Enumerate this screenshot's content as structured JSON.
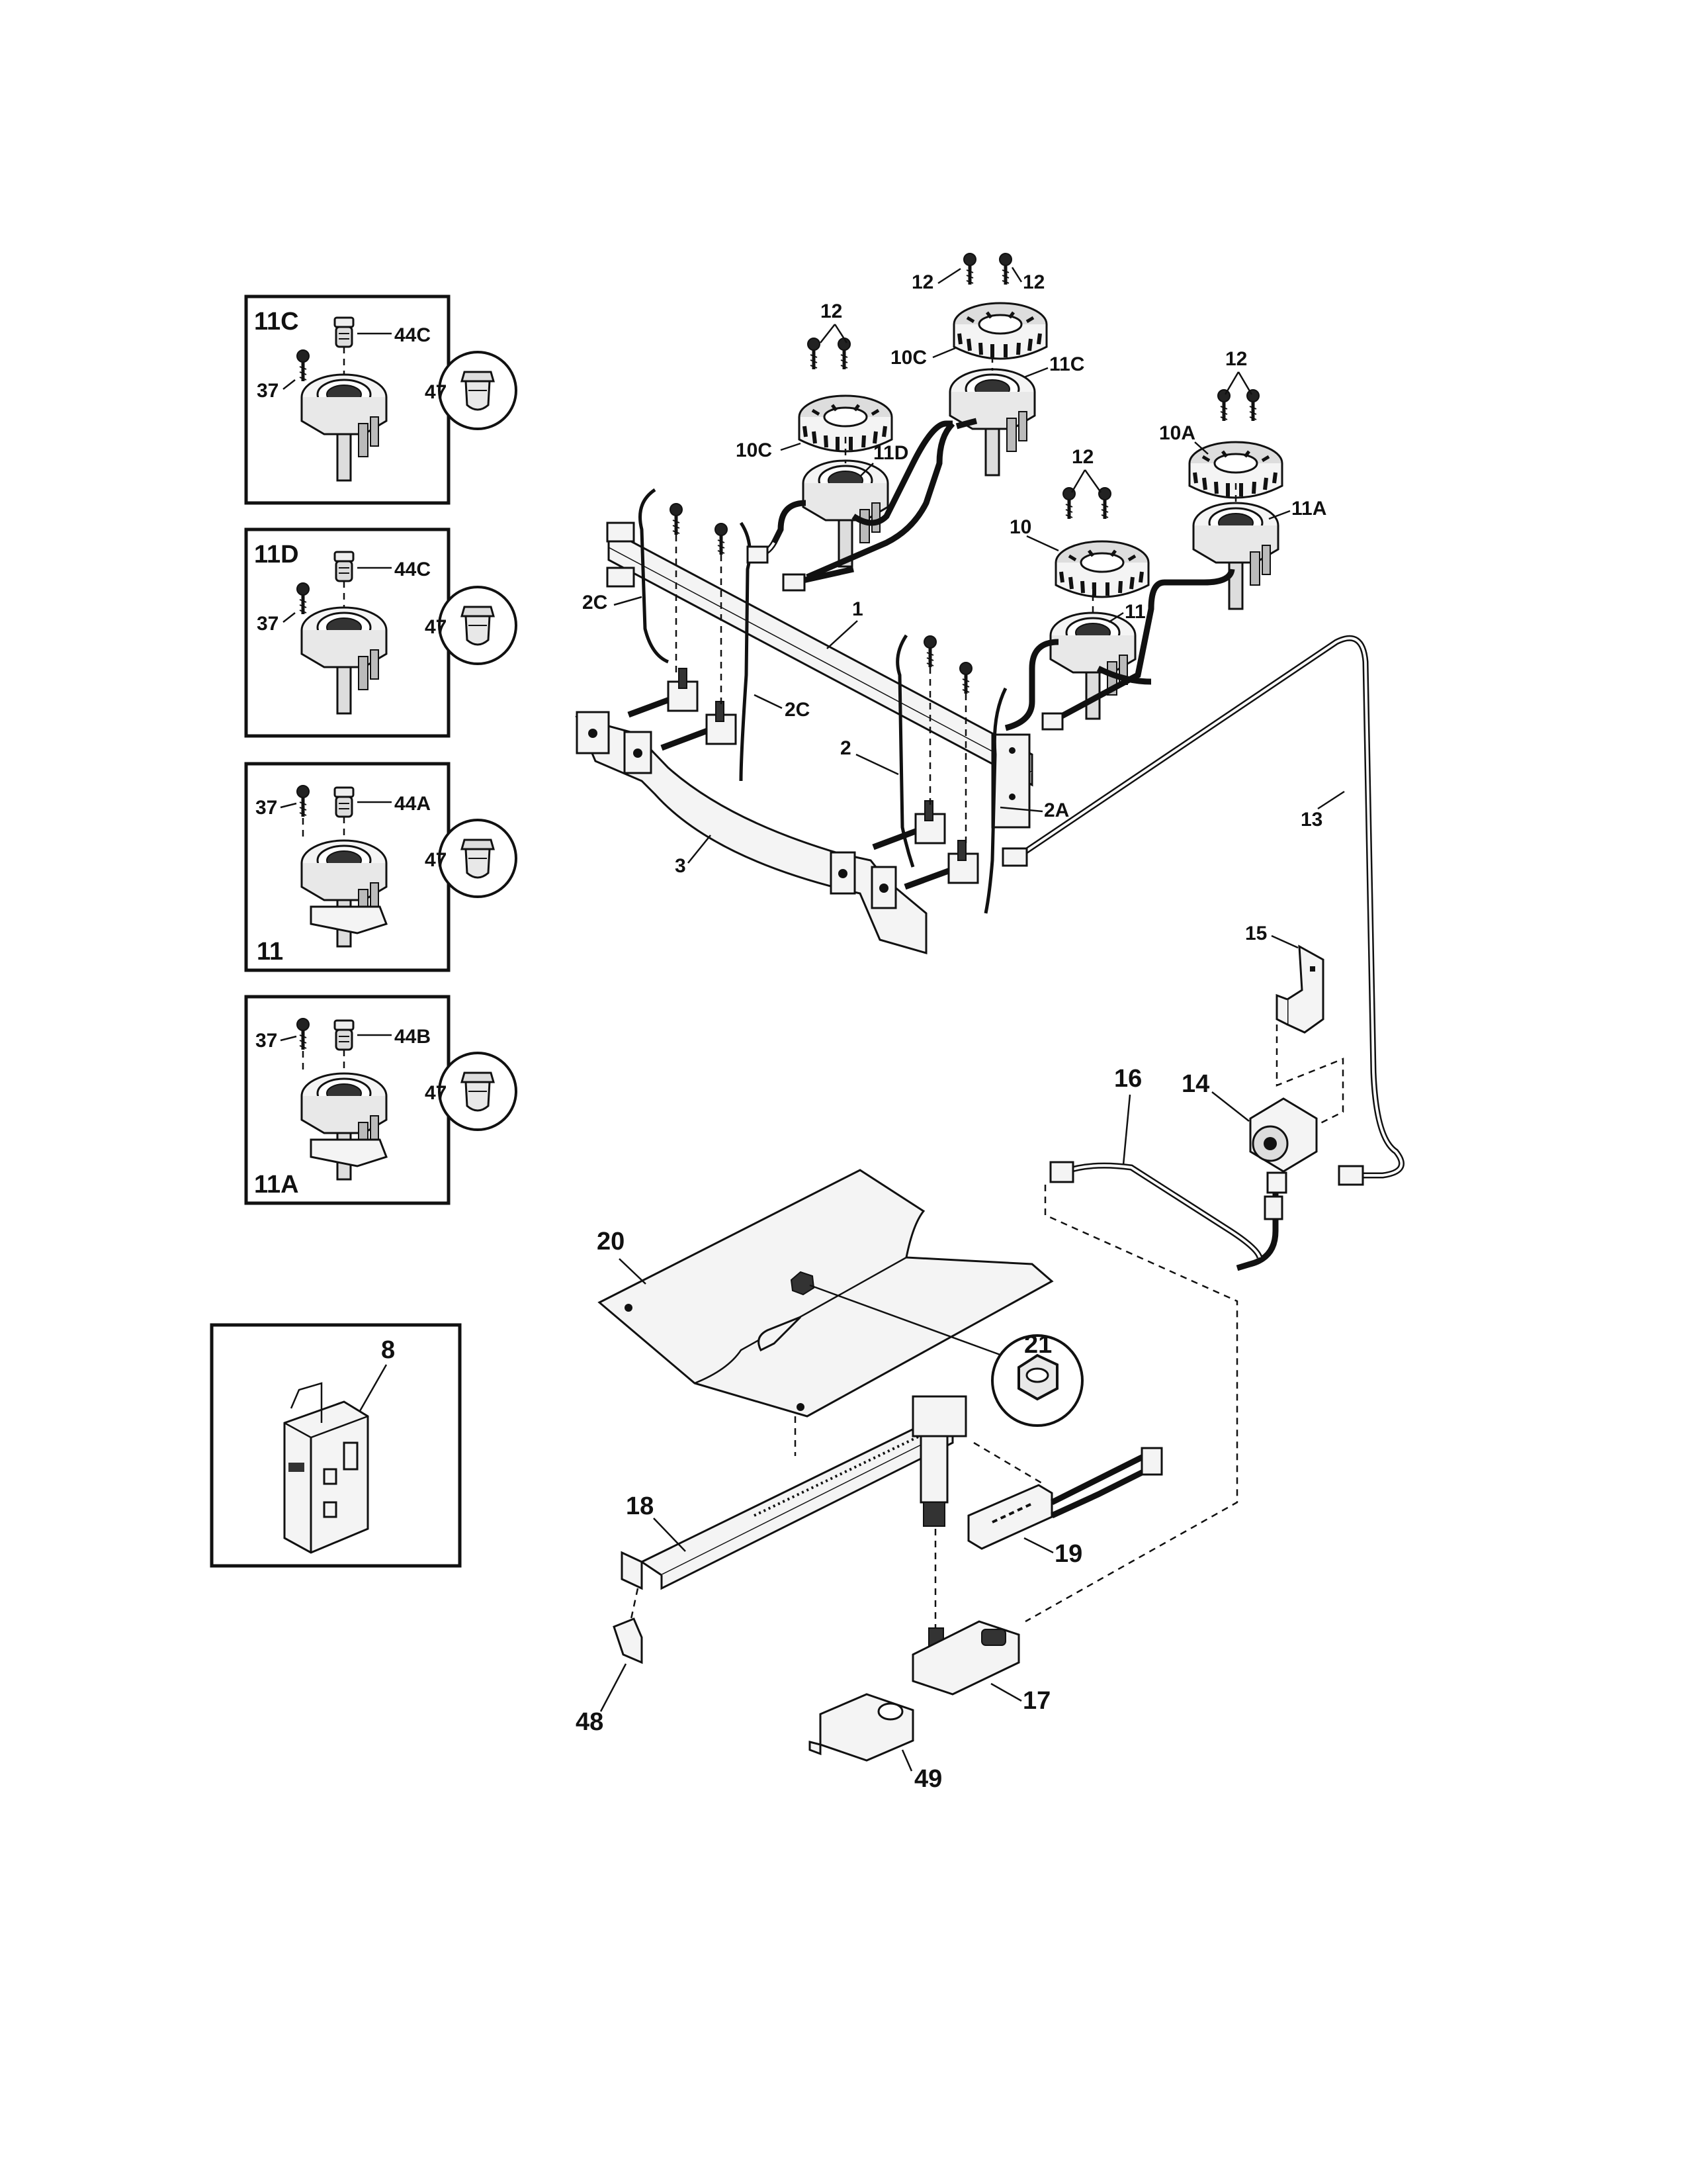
{
  "labels": {
    "inset_11c": "11C",
    "inset_11d": "11D",
    "inset_11": "11",
    "inset_11a": "11A",
    "inset_44c_a": "44C",
    "inset_44c_b": "44C",
    "inset_44a": "44A",
    "inset_44b": "44B",
    "inset_37_a": "37",
    "inset_37_b": "37",
    "inset_37_c": "37",
    "inset_37_d": "37",
    "inset_47_a": "47",
    "inset_47_b": "47",
    "inset_47_c": "47",
    "inset_47_d": "47",
    "inset_8": "8",
    "p12_top_a": "12",
    "p12_top_b": "12",
    "p12_left": "12",
    "p12_right": "12",
    "p12_mid": "12",
    "p10c_top": "10C",
    "p10c_left": "10C",
    "p11c": "11C",
    "p11d": "11D",
    "p10a": "10A",
    "p11a": "11A",
    "p10": "10",
    "p11": "11",
    "p1": "1",
    "p2c_left": "2C",
    "p2c_right": "2C",
    "p2": "2",
    "p2a": "2A",
    "p3": "3",
    "p13": "13",
    "p15": "15",
    "p16": "16",
    "p14": "14",
    "p20": "20",
    "p21": "21",
    "p18": "18",
    "p19": "19",
    "p17": "17",
    "p48": "48",
    "p49": "49"
  }
}
